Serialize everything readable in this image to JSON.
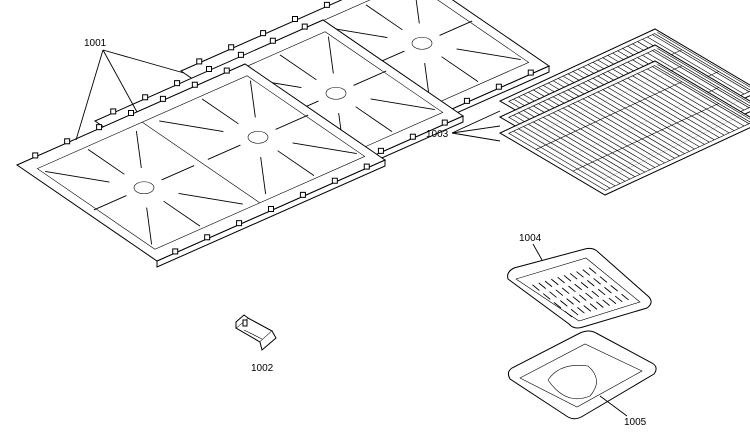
{
  "callouts": {
    "grates": "1001",
    "bracket": "1002",
    "racks": "1003",
    "broiler_insert": "1004",
    "broiler_pan": "1005"
  },
  "colors": {
    "line": "#000000",
    "background": "#ffffff"
  }
}
